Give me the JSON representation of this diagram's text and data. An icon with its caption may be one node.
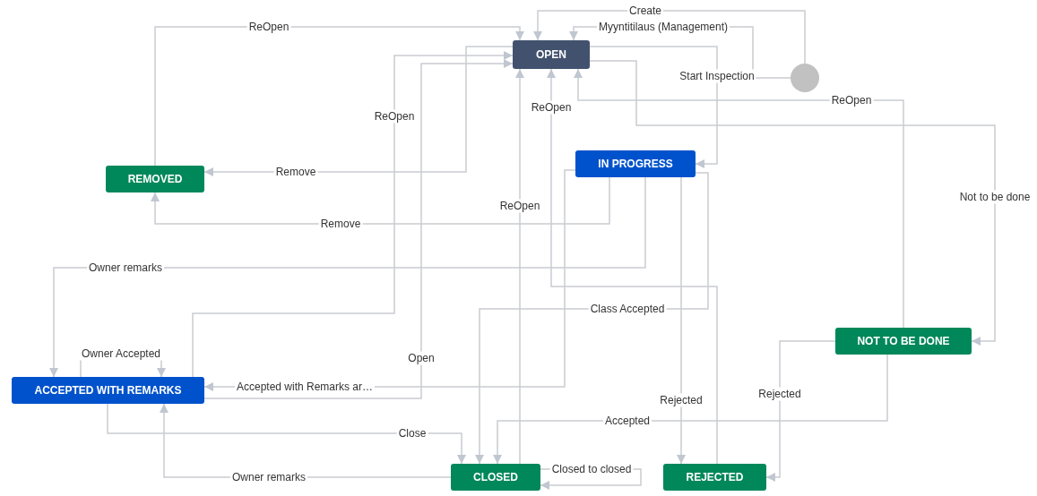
{
  "diagram": {
    "nodes": [
      {
        "text": [
          "OPEN"
        ]
      },
      {
        "text": [
          "IN PROGRESS"
        ]
      },
      {
        "text": [
          "REMOVED"
        ]
      },
      {
        "text": [
          "ACCEPTED WITH REMARKS"
        ]
      },
      {
        "text": [
          "NOT TO BE DONE"
        ]
      },
      {
        "text": [
          "CLOSED"
        ]
      },
      {
        "text": [
          "REJECTED"
        ]
      },
      {
        "text": [],
        "shape": "circle"
      }
    ],
    "edges": [
      {
        "from": 7,
        "to": 0,
        "arrow": "to",
        "label": "Create"
      },
      {
        "from": 7,
        "to": 0,
        "arrow": "to",
        "label": "Myyntitilaus (Management)"
      },
      {
        "from": 0,
        "to": 1,
        "arrow": "to",
        "label": "Start Inspection"
      },
      {
        "from": 3,
        "to": 0,
        "arrow": "to",
        "label": "Open"
      },
      {
        "from": 2,
        "to": 0,
        "arrow": "to",
        "label": "ReOpen"
      },
      {
        "from": 5,
        "to": 0,
        "arrow": "to",
        "label": "ReOpen"
      },
      {
        "from": 6,
        "to": 0,
        "arrow": "to",
        "label": "ReOpen"
      },
      {
        "from": 4,
        "to": 0,
        "arrow": "to",
        "label": "ReOpen"
      },
      {
        "from": 3,
        "to": 0,
        "arrow": "to",
        "label": "ReOpen"
      },
      {
        "from": 0,
        "to": 4,
        "arrow": "to",
        "label": "Not to be done"
      },
      {
        "from": 0,
        "to": 2,
        "arrow": "to",
        "label": "Remove"
      },
      {
        "from": 1,
        "to": 2,
        "arrow": "to",
        "label": "Remove"
      },
      {
        "from": 1,
        "to": 3,
        "arrow": "to",
        "label": "Owner remarks"
      },
      {
        "from": 5,
        "to": 3,
        "arrow": "to",
        "label": "Owner remarks"
      },
      {
        "from": 3,
        "to": 3,
        "arrow": "to",
        "label": "Owner Accepted"
      },
      {
        "from": 1,
        "to": 3,
        "arrow": "to",
        "label": "Accepted with Remarks ar…"
      },
      {
        "from": 3,
        "to": 5,
        "arrow": "to",
        "label": "Close"
      },
      {
        "from": 1,
        "to": 5,
        "arrow": "to",
        "label": "Class Accepted"
      },
      {
        "from": 4,
        "to": 5,
        "arrow": "to",
        "label": "Accepted"
      },
      {
        "from": 5,
        "to": 5,
        "arrow": "to",
        "label": "Closed to closed"
      },
      {
        "from": 1,
        "to": 6,
        "arrow": "to",
        "label": "Rejected"
      },
      {
        "from": 4,
        "to": 6,
        "arrow": "to",
        "label": "Rejected"
      }
    ]
  }
}
